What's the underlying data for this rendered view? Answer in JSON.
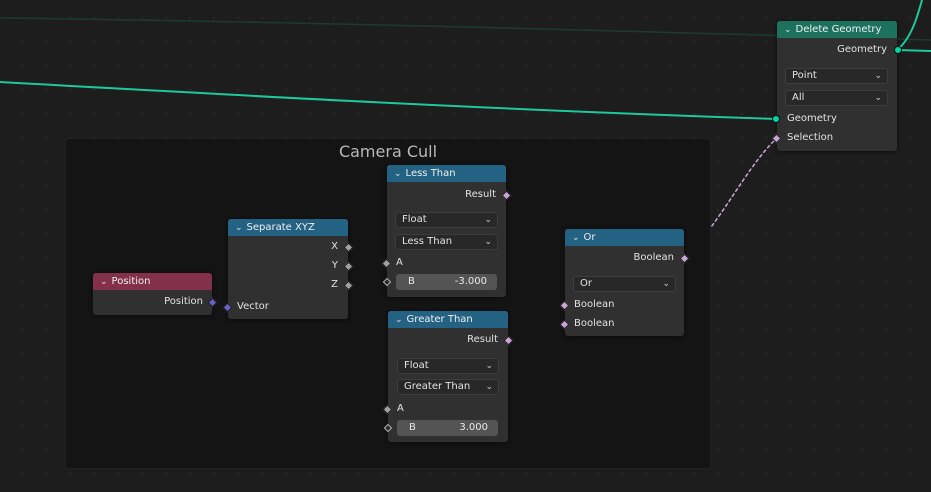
{
  "frame": {
    "title": "Camera Cull"
  },
  "nodes": {
    "position": {
      "title": "Position",
      "out": "Position"
    },
    "separate": {
      "title": "Separate XYZ",
      "x": "X",
      "y": "Y",
      "z": "Z",
      "in": "Vector"
    },
    "less": {
      "title": "Less Than",
      "result": "Result",
      "type": "Float",
      "mode": "Less Than",
      "a": "A",
      "b_label": "B",
      "b_value": "-3.000"
    },
    "greater": {
      "title": "Greater Than",
      "result": "Result",
      "type": "Float",
      "mode": "Greater Than",
      "a": "A",
      "b_label": "B",
      "b_value": "3.000"
    },
    "or": {
      "title": "Or",
      "out": "Boolean",
      "op": "Or",
      "in1": "Boolean",
      "in2": "Boolean"
    },
    "delete": {
      "title": "Delete Geometry",
      "out": "Geometry",
      "domain": "Point",
      "mode": "All",
      "in_geo": "Geometry",
      "in_sel": "Selection"
    }
  },
  "colors": {
    "geometry_wire": "#1fc79a",
    "boolean_wire": "#cca6d6",
    "float_wire": "#a1a1a1",
    "vector_wire": "#6363c7",
    "input_header": "#83314a",
    "converter_header": "#246283",
    "geometry_header": "#1d725e"
  },
  "icons": {
    "collapse": "chevron-down-icon",
    "dropdown": "chevron-down-icon"
  }
}
